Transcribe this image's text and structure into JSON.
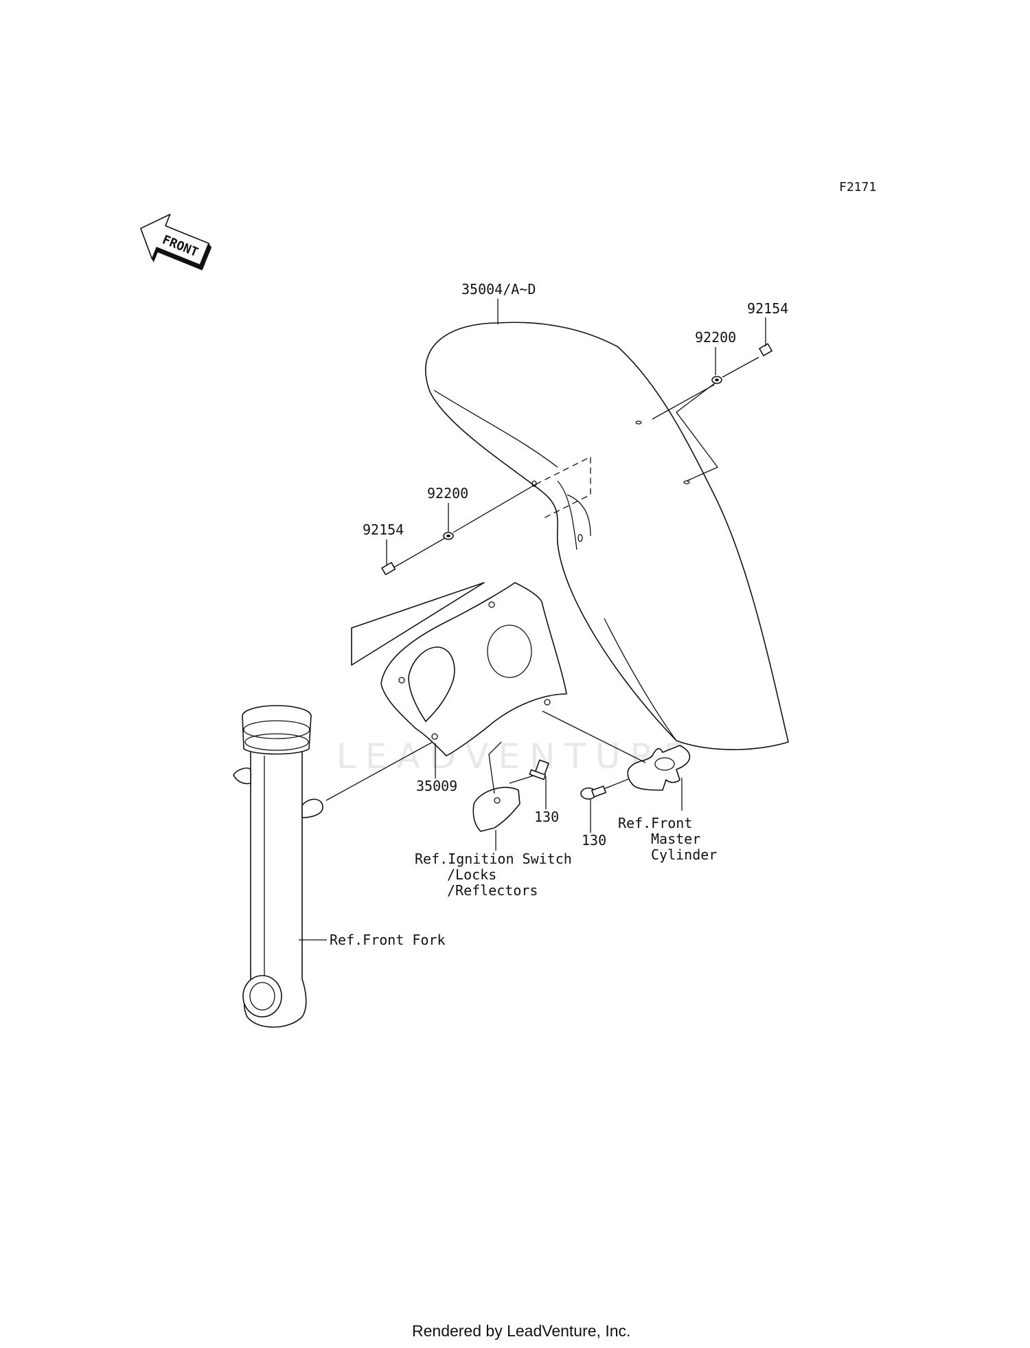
{
  "diagram_code": "F2171",
  "front_arrow": {
    "label": "FRONT",
    "icon": "front-direction-arrow-icon"
  },
  "parts": {
    "fender": "35004/A~D",
    "bracket": "35009",
    "bolt_top_right": "92154",
    "washer_top_right": "92200",
    "washer_left": "92200",
    "bolt_left": "92154",
    "bolt_center": "130",
    "bolt_right": "130"
  },
  "references": {
    "ignition": [
      "Ref.Ignition Switch",
      "/Locks",
      "/Reflectors"
    ],
    "master_cylinder": [
      "Ref.Front",
      "Master",
      "Cylinder"
    ],
    "front_fork": "Ref.Front Fork"
  },
  "watermark": "LEADVENTURE",
  "footer": "Rendered by LeadVenture, Inc."
}
